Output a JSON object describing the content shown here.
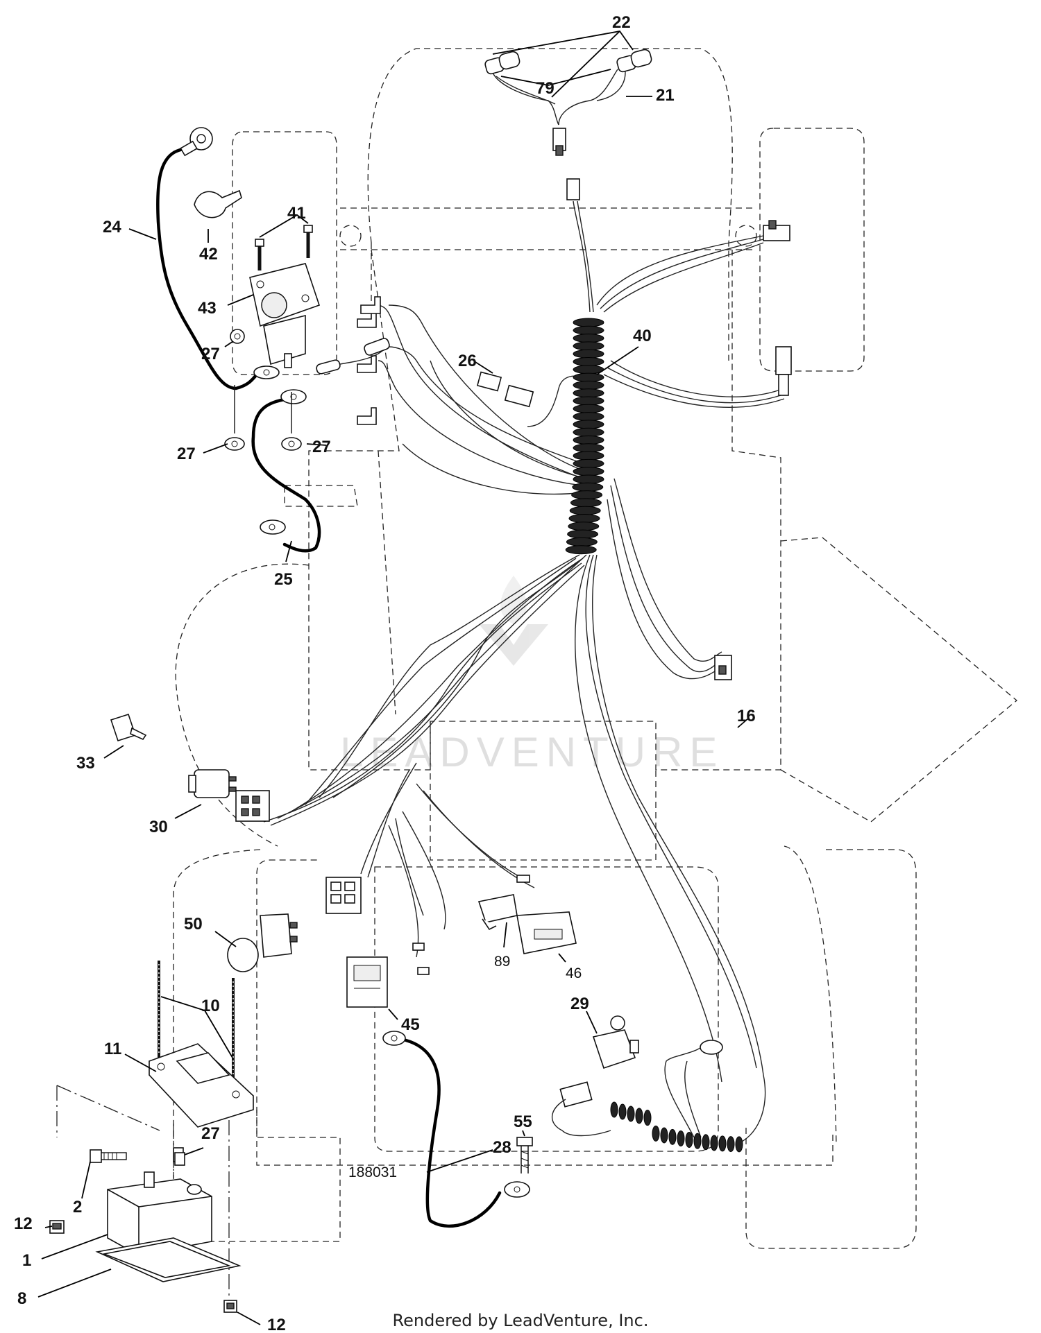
{
  "diagram_id": "188031",
  "footer": "Rendered by LeadVenture, Inc.",
  "watermark": "LEADVENTURE",
  "callouts": {
    "c22": "22",
    "c79": "79",
    "c21": "21",
    "c24": "24",
    "c41": "41",
    "c42": "42",
    "c43": "43",
    "c27a": "27",
    "c26": "26",
    "c40": "40",
    "c27b": "27",
    "c27c": "27",
    "c25": "25",
    "c16": "16",
    "c33": "33",
    "c30": "30",
    "c50": "50",
    "c89": "89",
    "c46": "46",
    "c10": "10",
    "c11": "11",
    "c45": "45",
    "c29": "29",
    "c27d": "27",
    "c55": "55",
    "c28": "28",
    "c12a": "12",
    "c2": "2",
    "c1": "1",
    "c8": "8",
    "c12b": "12"
  }
}
